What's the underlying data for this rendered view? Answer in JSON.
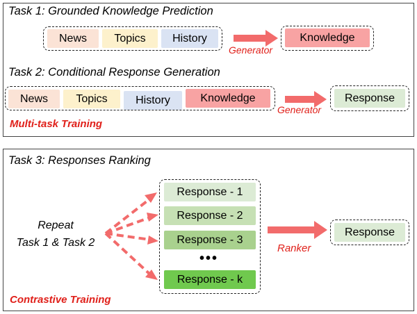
{
  "top_panel": {
    "task1_title": "Task 1: Grounded Knowledge Prediction",
    "task1_inputs": [
      "News",
      "Topics",
      "History"
    ],
    "task1_output": "Knowledge",
    "task1_arrow_label": "Generator",
    "task2_title": "Task 2: Conditional Response Generation",
    "task2_inputs": [
      "News",
      "Topics",
      "History",
      "Knowledge"
    ],
    "task2_output": "Response",
    "task2_arrow_label": "Generator",
    "footer_label": "Multi-task Training"
  },
  "bottom_panel": {
    "task3_title": "Task 3: Responses Ranking",
    "repeat_line1": "Repeat",
    "repeat_line2": "Task 1 & Task 2",
    "candidates": [
      "Response - 1",
      "Response - 2",
      "Response - 3",
      "Response - k"
    ],
    "ellipsis": "•••",
    "ranker_label": "Ranker",
    "output": "Response",
    "footer_label": "Contrastive Training"
  },
  "colors": {
    "accent_red": "#e0201a",
    "arrow_red": "#f26b6b",
    "news": "#fbe3d6",
    "topics": "#fdf1cc",
    "history": "#dae3f3",
    "knowledge": "#f8a3a3",
    "response": "#dcebd5"
  }
}
